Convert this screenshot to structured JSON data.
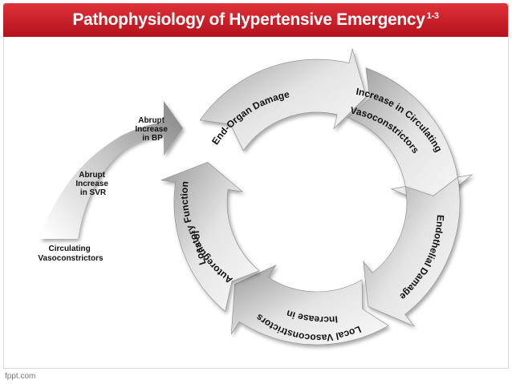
{
  "title": {
    "text": "Pathophysiology of Hypertensive Emergency",
    "superscript": "1-3"
  },
  "input_path": {
    "labels": [
      {
        "lines": [
          "Circulating",
          "Vasoconstrictors"
        ]
      },
      {
        "lines": [
          "Abrupt",
          "Increase",
          "in SVR"
        ]
      },
      {
        "lines": [
          "Abrupt",
          "Increase",
          "in BP"
        ]
      }
    ]
  },
  "cycle": {
    "steps": [
      {
        "label": "End-Organ Damage"
      },
      {
        "label_line1": "Increase in Circulating",
        "label_line2": "Vasoconstrictors"
      },
      {
        "label": "Endothelial Damage"
      },
      {
        "label_line1": "Increase in",
        "label_line2": "Local Vasoconstrictors"
      },
      {
        "label_line1": "Loss of",
        "label_line2": "Autoregulatory Function"
      }
    ]
  },
  "colors": {
    "title_bar": "#c8202a",
    "arrow_dark": "#7a7a7a",
    "arrow_light": "#f4f4f4",
    "text": "#111111"
  },
  "footer": {
    "source": "fppt.com"
  }
}
